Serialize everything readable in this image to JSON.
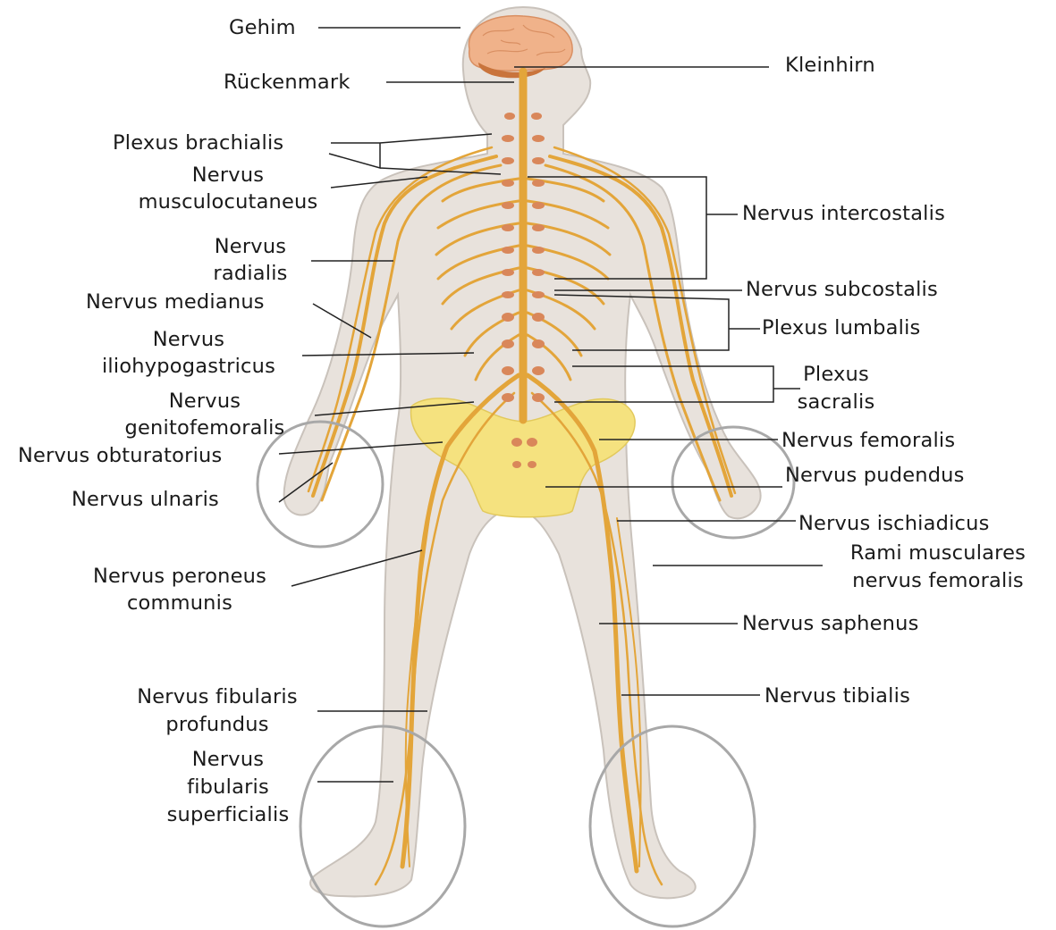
{
  "labels": {
    "gehirn": "Gehim",
    "rueckenmark": "Rückenmark",
    "plexus_brachialis": "Plexus brachialis",
    "nervus_musculocutaneus_1": "Nervus",
    "nervus_musculocutaneus_2": "musculocutaneus",
    "nervus_radialis_1": "Nervus",
    "nervus_radialis_2": "radialis",
    "nervus_medianus": "Nervus medianus",
    "nervus_iliohypogastricus_1": "Nervus",
    "nervus_iliohypogastricus_2": "iliohypogastricus",
    "nervus_genitofemoralis_1": "Nervus",
    "nervus_genitofemoralis_2": "genitofemoralis",
    "nervus_obturatorius": "Nervus obturatorius",
    "nervus_ulnaris": "Nervus ulnaris",
    "nervus_peroneus_1": "Nervus peroneus",
    "nervus_peroneus_2": "communis",
    "nervus_fibularis_profundus_1": "Nervus fibularis",
    "nervus_fibularis_profundus_2": "profundus",
    "nervus_fibularis_superficialis_1": "Nervus",
    "nervus_fibularis_superficialis_2": "fibularis",
    "nervus_fibularis_superficialis_3": "superficialis",
    "kleinhirn": "Kleinhirn",
    "nervus_intercostalis": "Nervus intercostalis",
    "nervus_subcostalis": "Nervus subcostalis",
    "plexus_lumbalis": "Plexus lumbalis",
    "plexus_sacralis_1": "Plexus",
    "plexus_sacralis_2": "sacralis",
    "nervus_femoralis": "Nervus femoralis",
    "nervus_pudendus": "Nervus pudendus",
    "nervus_ischiadicus": "Nervus ischiadicus",
    "rami_musculares_1": "Rami musculares",
    "rami_musculares_2": "nervus femoralis",
    "nervus_saphenus": "Nervus saphenus",
    "nervus_tibialis": "Nervus tibialis"
  },
  "colors": {
    "skin": "#e8e2dc",
    "skin_outline": "#c9c2bb",
    "nerve": "#e3a53a",
    "nerve_dark": "#b9792a",
    "brain": "#f0b28a",
    "cerebellum": "#c9743c",
    "pelvis": "#f5e27f",
    "ganglion": "#d9875a",
    "circle": "#a8a8a8",
    "leader": "#222222"
  }
}
